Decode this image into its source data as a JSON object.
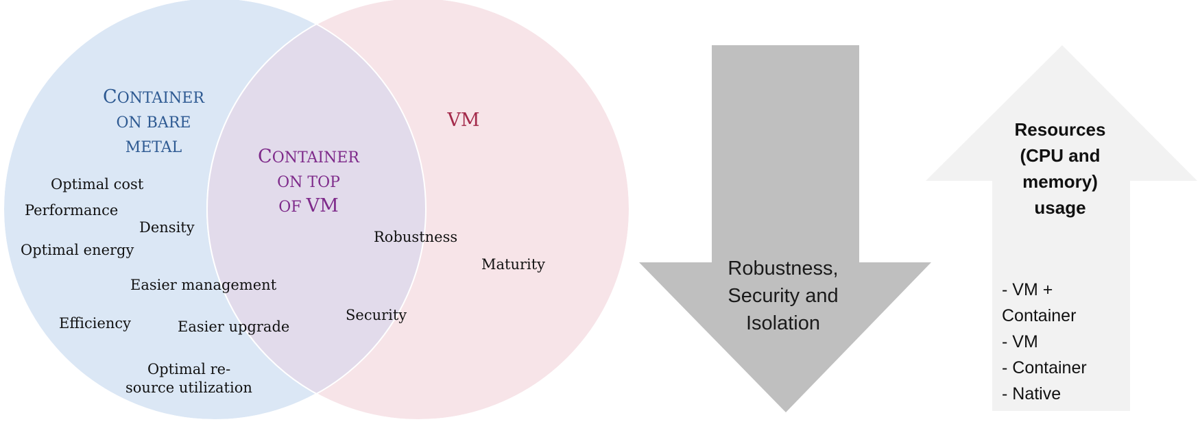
{
  "venn": {
    "left_set": {
      "title_lines": [
        "Container",
        "on bare",
        "metal"
      ],
      "color": "#2e5a92",
      "fill": "#dbe7f5"
    },
    "right_set": {
      "title_lines": [
        "VM"
      ],
      "color": "#a3294a",
      "fill": "#f7e4e8"
    },
    "intersection": {
      "title_lines": [
        "Container",
        "on top",
        "of VM"
      ],
      "color": "#7e2a8a",
      "fill": "#e2dbeb"
    },
    "left_features": [
      "Optimal cost",
      "Performance",
      "Density",
      "Optimal energy",
      "Easier management",
      "Efficiency",
      "Easier upgrade",
      "Optimal re-",
      "source utilization"
    ],
    "intersection_features": [
      "Robustness",
      "Security"
    ],
    "right_features": [
      "Maturity"
    ]
  },
  "down_arrow": {
    "lines": [
      "Robustness,",
      "Security and",
      "Isolation"
    ],
    "fill": "#bfbfbf"
  },
  "up_arrow": {
    "title_lines": [
      "Resources",
      "(CPU and",
      "memory)",
      "usage"
    ],
    "items": [
      "- VM +",
      "Container",
      "- VM",
      "- Container",
      "-  Native"
    ],
    "fill": "#f2f2f2"
  }
}
